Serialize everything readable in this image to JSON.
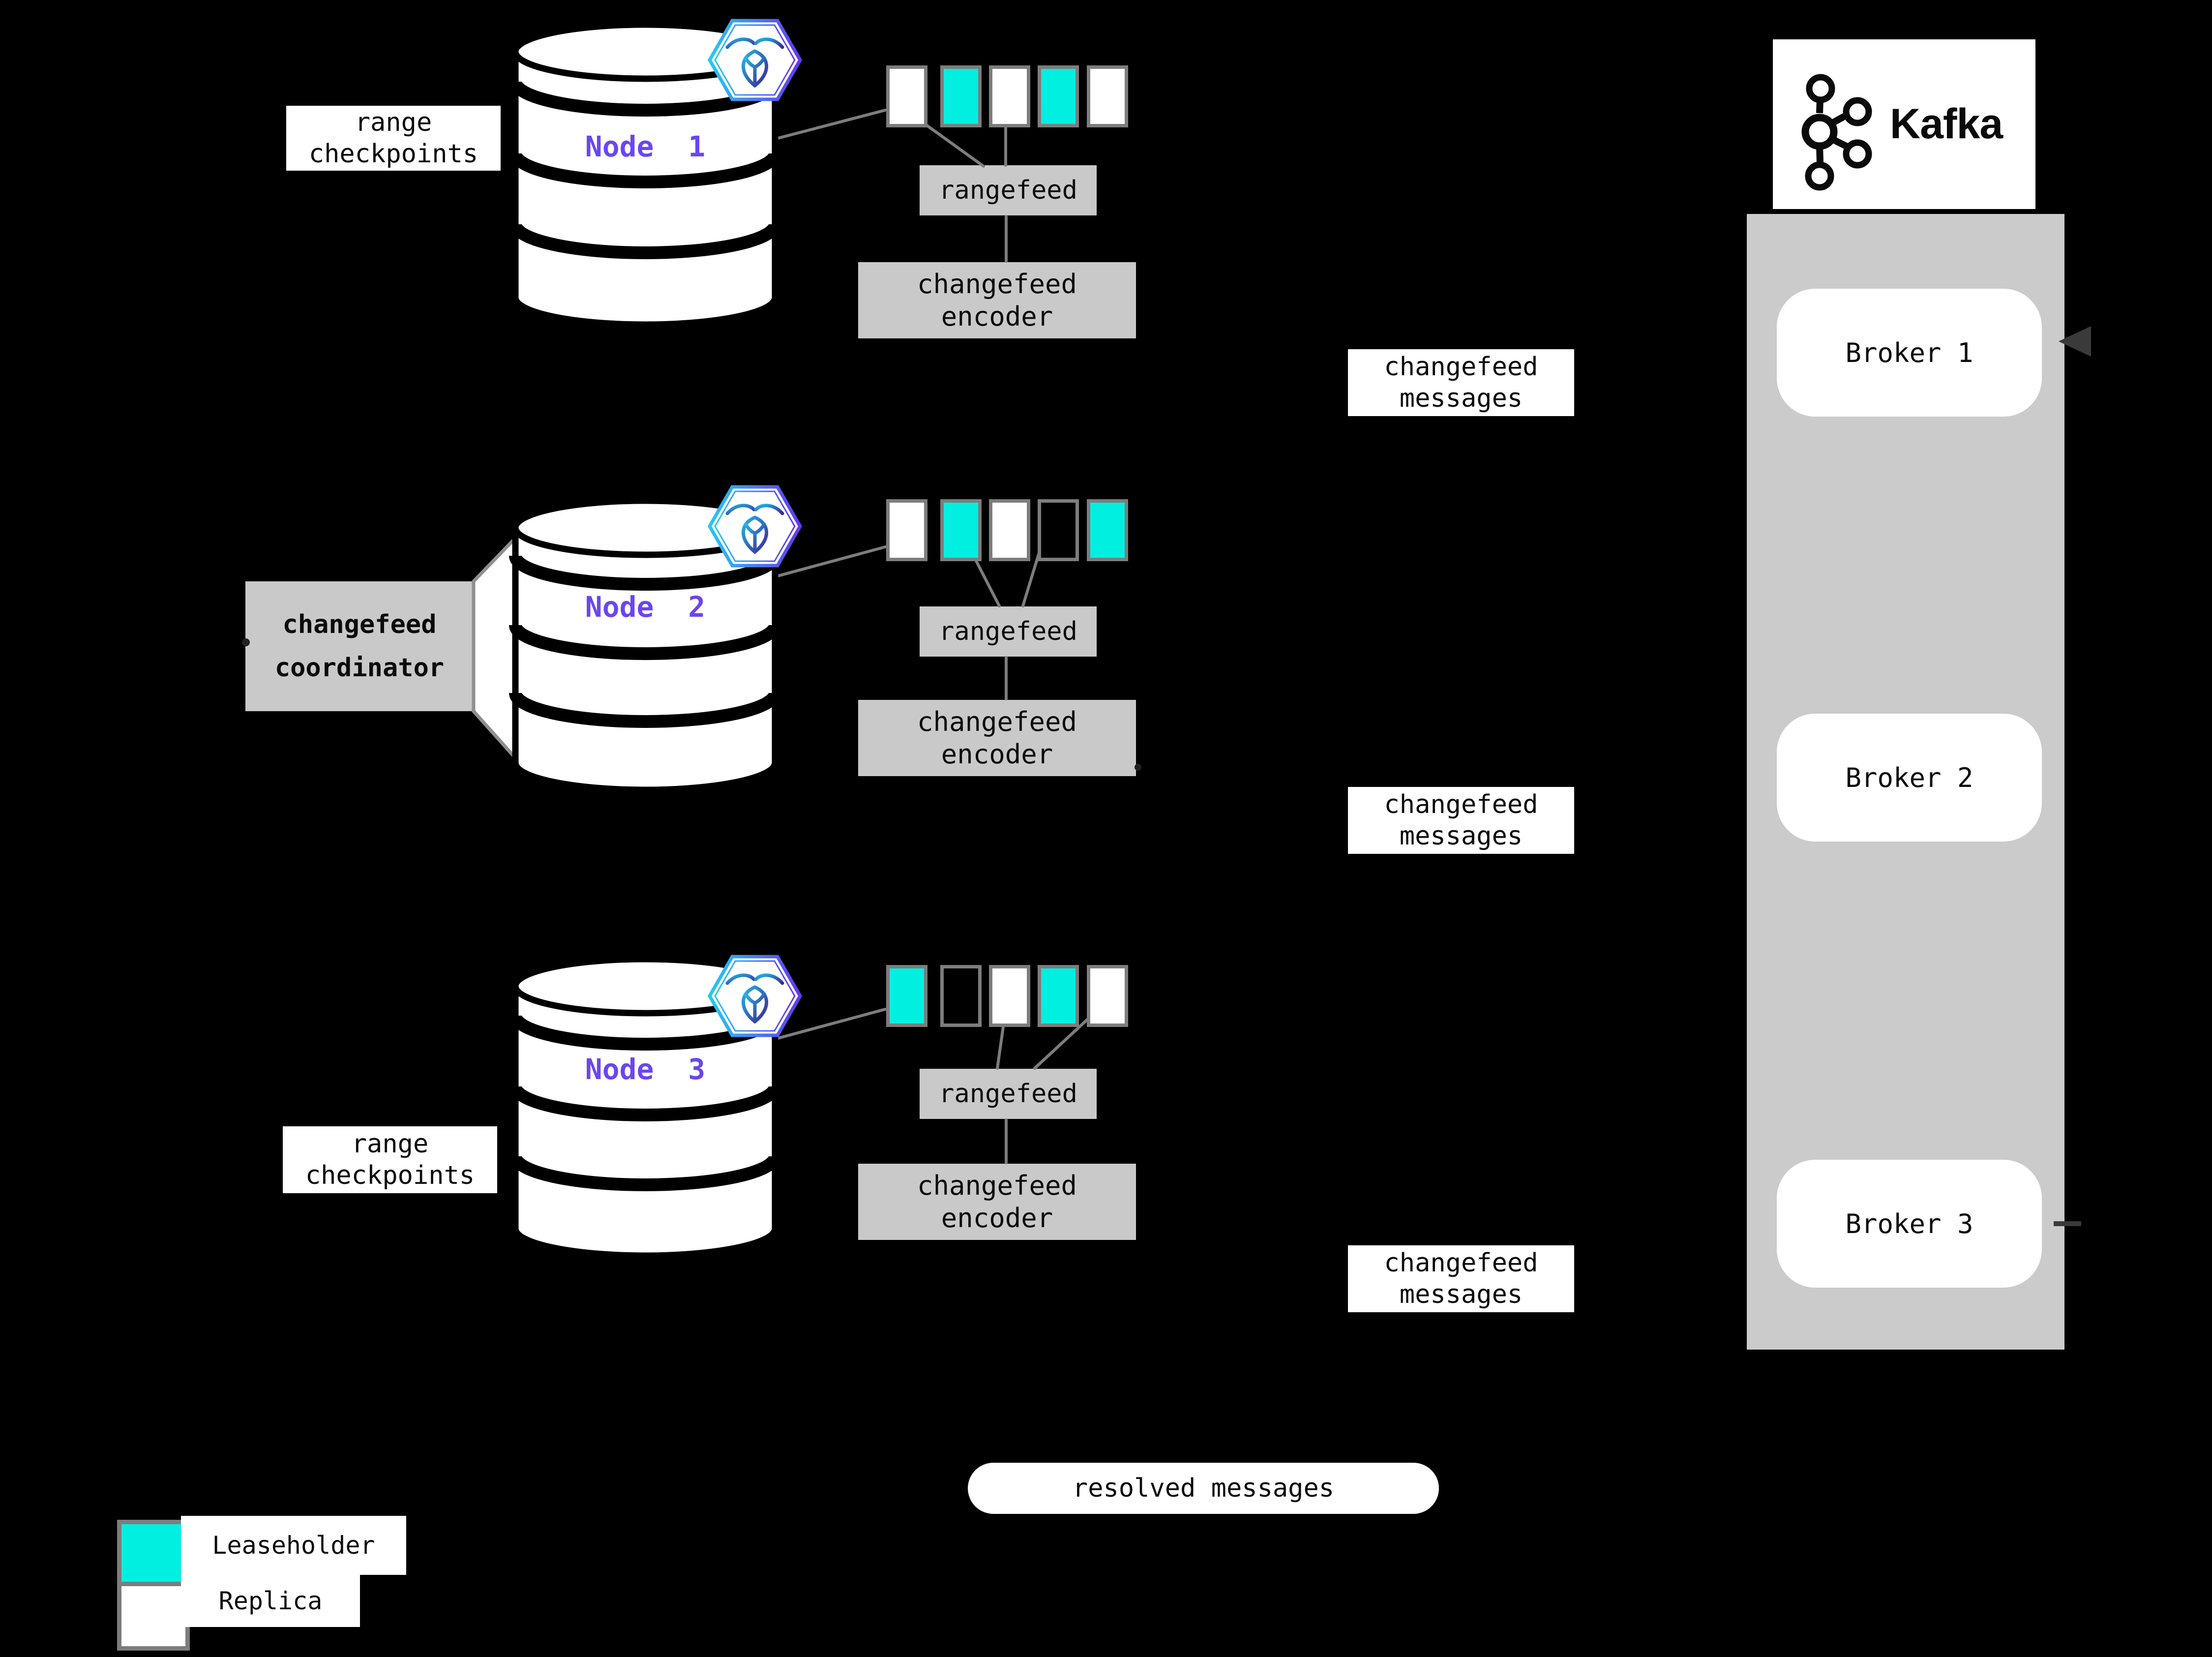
{
  "colors": {
    "background": "#000000",
    "leaseholder_cyan": "#00efe0",
    "replica_white": "#ffffff",
    "panel_gray": "#cbcbcb",
    "box_gray": "#c9c9c9",
    "border_gray": "#7d7d7d",
    "line_gray": "#7d7d7d",
    "node_label_purple": "#6a46f2",
    "hex_gradient_start": "#25c9f2",
    "hex_gradient_end": "#6636f0"
  },
  "labels": {
    "range_checkpoints": [
      {
        "line1": "range",
        "line2": "checkpoints"
      },
      {
        "line1": "range",
        "line2": "checkpoints"
      }
    ],
    "changefeed_coordinator": {
      "line1": "changefeed",
      "line2": "coordinator"
    },
    "resolved_messages": "resolved messages"
  },
  "nodes": [
    {
      "label": "Node  1",
      "badge_icon": "cockroachdb-hexagon-logo",
      "ranges": [
        "replica",
        "leaseholder",
        "replica",
        "leaseholder",
        "replica"
      ],
      "rangefeed": "rangefeed",
      "encoder": {
        "line1": "changefeed",
        "line2": "encoder"
      }
    },
    {
      "label": "Node  2",
      "badge_icon": "cockroachdb-hexagon-logo",
      "ranges": [
        "replica",
        "leaseholder",
        "replica",
        "outline",
        "leaseholder"
      ],
      "rangefeed": "rangefeed",
      "encoder": {
        "line1": "changefeed",
        "line2": "encoder"
      }
    },
    {
      "label": "Node  3",
      "badge_icon": "cockroachdb-hexagon-logo",
      "ranges": [
        "leaseholder",
        "outline",
        "replica",
        "leaseholder",
        "replica"
      ],
      "rangefeed": "rangefeed",
      "encoder": {
        "line1": "changefeed",
        "line2": "encoder"
      }
    }
  ],
  "changefeed_messages": [
    {
      "line1": "changefeed",
      "line2": "messages"
    },
    {
      "line1": "changefeed",
      "line2": "messages"
    },
    {
      "line1": "changefeed",
      "line2": "messages"
    }
  ],
  "kafka": {
    "logo_icon": "kafka-logo",
    "logo_text": "Kafka",
    "brokers": [
      "Broker 1",
      "Broker 2",
      "Broker 3"
    ]
  },
  "legend": {
    "items": [
      {
        "state": "leaseholder",
        "label": "Leaseholder"
      },
      {
        "state": "replica",
        "label": "Replica"
      }
    ]
  }
}
